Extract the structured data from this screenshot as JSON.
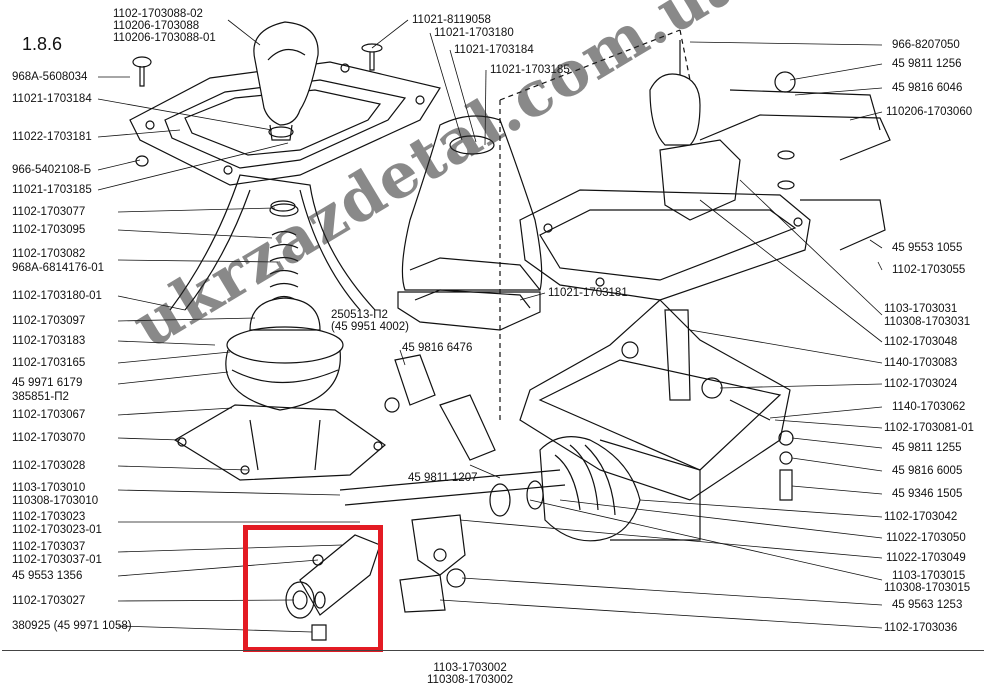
{
  "figure_number": "1.8.6",
  "watermark": "ukrzazdetal.com.ua",
  "bottom_label": [
    "1103-1703002",
    "110308-1703002"
  ],
  "labels_left": [
    {
      "text": "968А-5608034"
    },
    {
      "text": "11021-1703184"
    },
    {
      "text": "11022-1703181"
    },
    {
      "text": "966-5402108-Б"
    },
    {
      "text": "11021-1703185"
    },
    {
      "text": "1102-1703077"
    },
    {
      "text": "1102-1703095"
    },
    {
      "text": "1102-1703082"
    },
    {
      "text": "968А-6814176-01"
    },
    {
      "text": "1102-1703180-01"
    },
    {
      "text": "1102-1703097"
    },
    {
      "text": "1102-1703183"
    },
    {
      "text": "1102-1703165"
    },
    {
      "text": "45 9971 6179"
    },
    {
      "text": "385851-П2"
    },
    {
      "text": "1102-1703067"
    },
    {
      "text": "1102-1703070"
    },
    {
      "text": "1102-1703028"
    },
    {
      "text": "1103-1703010"
    },
    {
      "text": "110308-1703010"
    },
    {
      "text": "1102-1703023"
    },
    {
      "text": "1102-1703023-01"
    },
    {
      "text": "1102-1703037"
    },
    {
      "text": "1102-1703037-01"
    },
    {
      "text": "45 9553 1356"
    },
    {
      "text": "1102-1703027"
    },
    {
      "text": "380925 (45 9971 1058)"
    }
  ],
  "labels_top": [
    {
      "text": "1102-1703088-02"
    },
    {
      "text": "110206-1703088"
    },
    {
      "text": "110206-1703088-01"
    },
    {
      "text": "11021-8119058"
    },
    {
      "text": "11021-1703180"
    },
    {
      "text": "11021-1703184"
    },
    {
      "text": "11021-1703185"
    }
  ],
  "labels_center": [
    {
      "text": "250513-П2"
    },
    {
      "text": "(45 9951 4002)"
    },
    {
      "text": "45 9816 6476"
    },
    {
      "text": "11021-1703181"
    },
    {
      "text": "45 9811 1207"
    }
  ],
  "labels_right": [
    {
      "text": "966-8207050"
    },
    {
      "text": "45 9811 1256"
    },
    {
      "text": "45 9816 6046"
    },
    {
      "text": "110206-1703060"
    },
    {
      "text": "45 9553 1055"
    },
    {
      "text": "1102-1703055"
    },
    {
      "text": "1103-1703031"
    },
    {
      "text": "110308-1703031"
    },
    {
      "text": "1102-1703048"
    },
    {
      "text": "1140-1703083"
    },
    {
      "text": "1102-1703024"
    },
    {
      "text": "1140-1703062"
    },
    {
      "text": "1102-1703081-01"
    },
    {
      "text": "45 9811 1255"
    },
    {
      "text": "45 9816 6005"
    },
    {
      "text": "45 9346 1505"
    },
    {
      "text": "1102-1703042"
    },
    {
      "text": "11022-1703050"
    },
    {
      "text": "11022-1703049"
    },
    {
      "text": "1103-1703015"
    },
    {
      "text": "110308-1703015"
    },
    {
      "text": "45 9563 1253"
    },
    {
      "text": "1102-1703036"
    }
  ]
}
